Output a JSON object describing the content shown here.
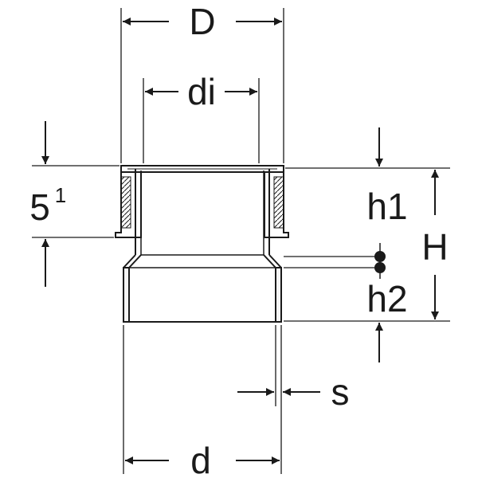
{
  "labels": {
    "D": "D",
    "di": "di",
    "h1": "h1",
    "H": "H",
    "h2": "h2",
    "s": "s",
    "d": "d",
    "five_main": "5",
    "five_sup": "1"
  },
  "colors": {
    "line": "#1a1a1a",
    "body_fill": "#ffffff",
    "wall_fill": "#f4f4f4"
  }
}
